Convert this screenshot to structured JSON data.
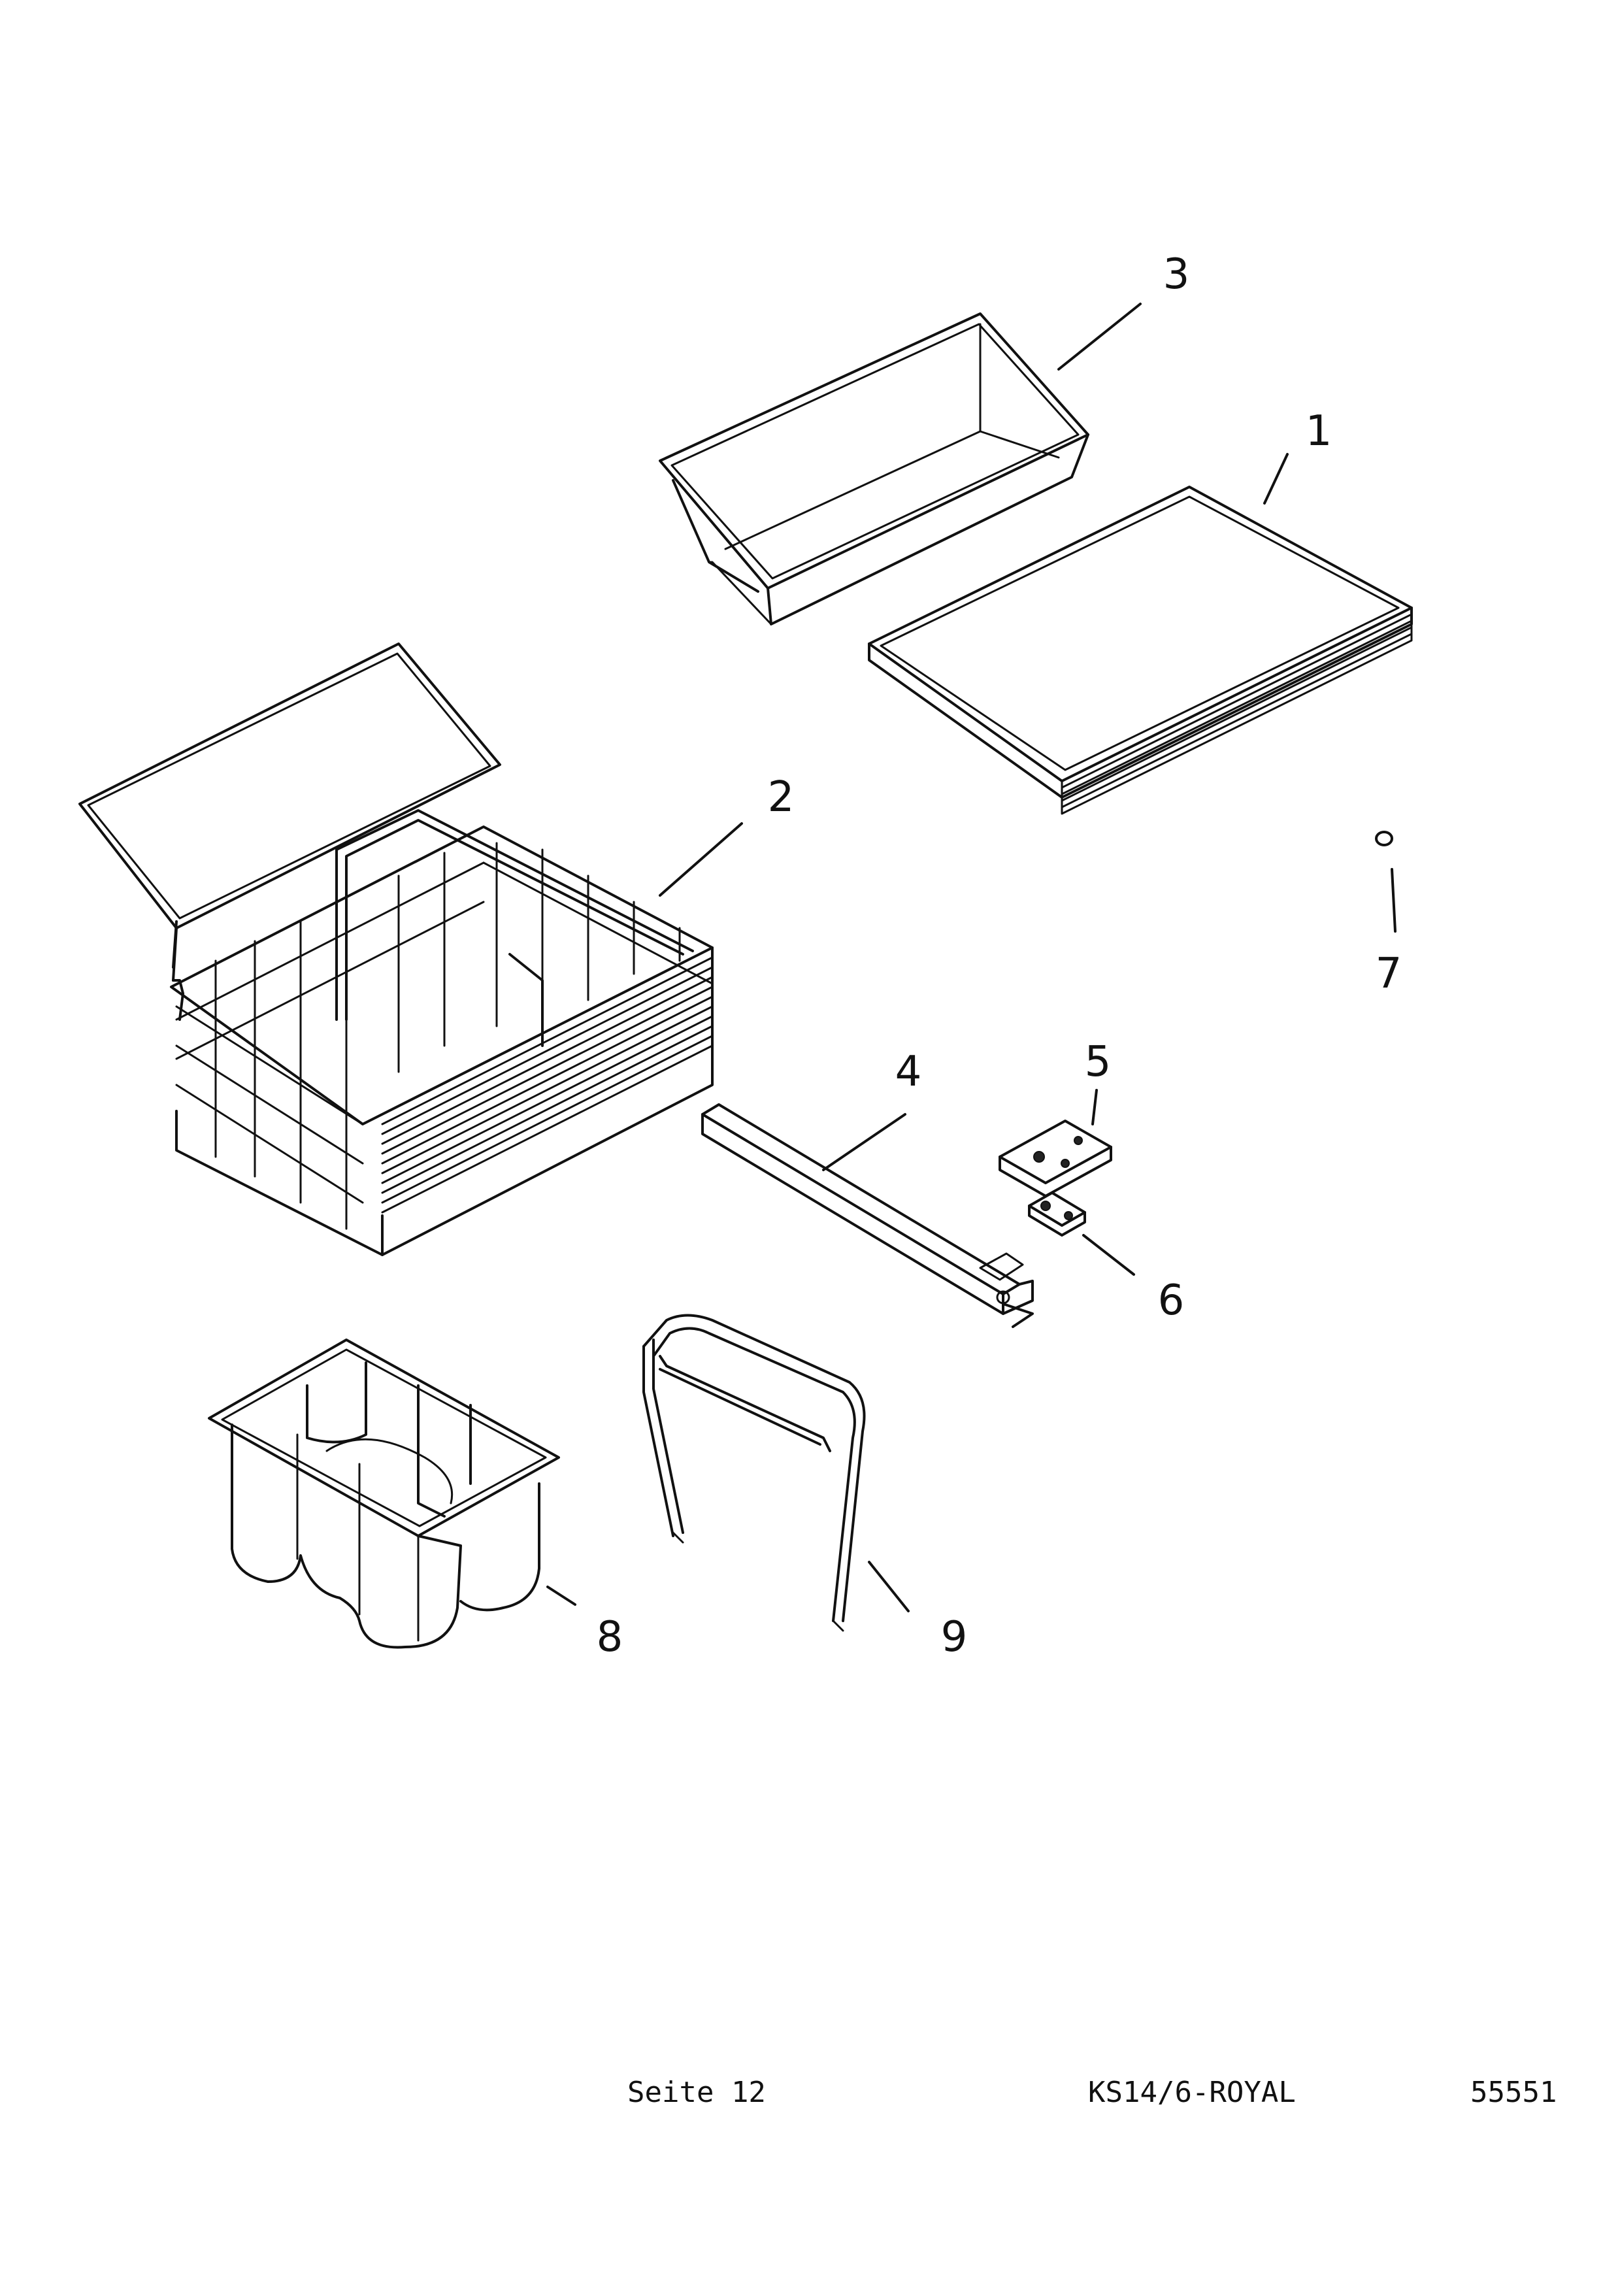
{
  "callouts": {
    "p1": "1",
    "p2": "2",
    "p3": "3",
    "p4": "4",
    "p5": "5",
    "p6": "6",
    "p7": "7",
    "p8": "8",
    "p9": "9"
  },
  "footer": {
    "page": "Seite 12",
    "model": "KS14/6-ROYAL",
    "code": "55551"
  }
}
